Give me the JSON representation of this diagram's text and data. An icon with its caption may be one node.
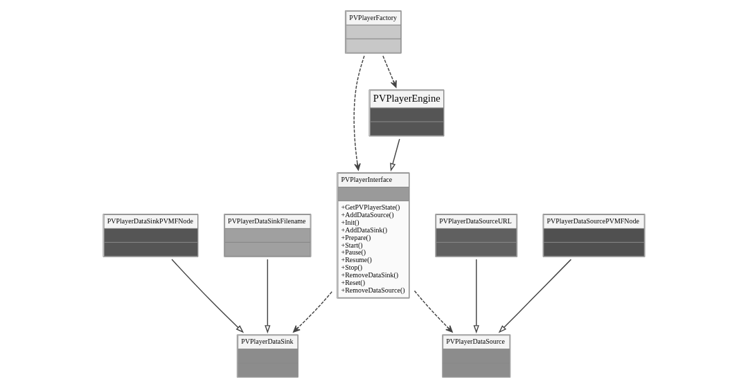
{
  "diagram": {
    "nodes": [
      {
        "text": [
          "PVPlayerInterface",
          "+GetPVPlayerState()",
          "+AddDataSource()",
          "+Init()",
          "+AddDataSink()",
          "+Prepare()",
          "+Start()",
          "+Pause()",
          "+Resume()",
          "+Stop()",
          "+RemoveDataSink()",
          "+Reset()",
          "+RemoveDataSource()"
        ]
      },
      {
        "text": [
          "PVPlayerFactory"
        ]
      },
      {
        "text": [
          "PVPlayerDataSink"
        ]
      },
      {
        "text": [
          "PVPlayerDataSource"
        ]
      },
      {
        "text": [
          "PVPlayerDataSinkPVMFNode"
        ]
      },
      {
        "text": [
          "PVPlayerDataSinkFilename"
        ]
      },
      {
        "text": [
          "PVPlayerDataSourceURL"
        ]
      },
      {
        "text": [
          "PVPlayerDataSourcePVMFNode"
        ]
      },
      {
        "text": [
          "PVPlayerEngine"
        ]
      }
    ],
    "edges": [
      {
        "from": 1,
        "to": 0,
        "arrow": "to",
        "style": "dashed"
      },
      {
        "from": 1,
        "to": 8,
        "arrow": "to",
        "style": "dashed"
      },
      {
        "from": 0,
        "to": 2,
        "arrow": "to",
        "style": "dashed"
      },
      {
        "from": 0,
        "to": 3,
        "arrow": "to",
        "style": "dashed"
      },
      {
        "from": 4,
        "to": 2,
        "arrow": "to"
      },
      {
        "from": 5,
        "to": 2,
        "arrow": "to"
      },
      {
        "from": 6,
        "to": 3,
        "arrow": "to"
      },
      {
        "from": 7,
        "to": 3,
        "arrow": "to"
      },
      {
        "from": 8,
        "to": 0,
        "arrow": "to"
      }
    ]
  }
}
